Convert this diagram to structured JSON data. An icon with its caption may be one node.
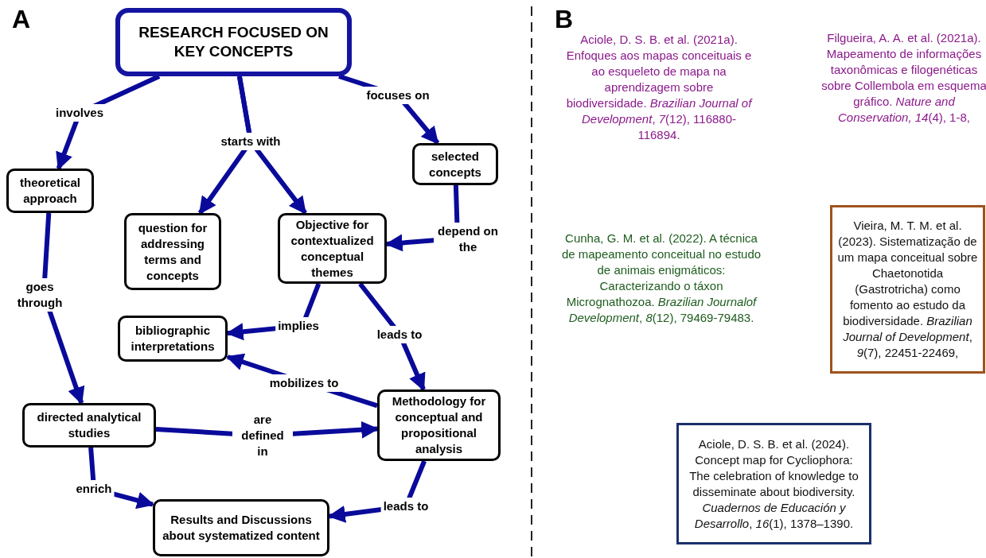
{
  "diagram": {
    "nodes": [
      {
        "text": [
          "RESEARCH FOCUSED ON KEY CONCEPTS"
        ]
      },
      {
        "text": [
          "theoretical approach"
        ]
      },
      {
        "text": [
          "selected concepts"
        ]
      },
      {
        "text": [
          "question for addressing terms and concepts"
        ]
      },
      {
        "text": [
          "Objective for contextualized conceptual themes"
        ]
      },
      {
        "text": [
          "bibliographic interpretations"
        ]
      },
      {
        "text": [
          "directed analytical studies"
        ]
      },
      {
        "text": [
          "Methodology for conceptual and propositional analysis"
        ]
      },
      {
        "text": [
          "Results and Discussions about systematized content"
        ]
      },
      {
        "text": [
          "Vieira, M. T. M. et al. (2023). Sistematização de um mapa conceitual sobre Chaetonotida (Gastrotricha) como fomento ao estudo da biodiversidade. *Brazilian Journal of Development*, *9*(7), 22451-22469,"
        ]
      },
      {
        "text": [
          "Aciole, D. S. B. et al. (2024). Concept map for Cycliophora: The celebration of knowledge to disseminate about biodiversity. *Cuadernos de Educación y Desarrollo*, *16*(1), 1378–1390."
        ]
      }
    ],
    "edges": [
      {
        "from": 0,
        "to": 1,
        "arrow": "to",
        "label": "involves"
      },
      {
        "from": 0,
        "to": 3,
        "arrow": "to",
        "label": "starts with"
      },
      {
        "from": 0,
        "to": 4,
        "arrow": "to"
      },
      {
        "from": 0,
        "to": 2,
        "arrow": "to",
        "label": "focuses on"
      },
      {
        "from": 2,
        "to": 4,
        "arrow": "to",
        "label": "depend on the"
      },
      {
        "from": 4,
        "to": 5,
        "arrow": "to",
        "label": "implies"
      },
      {
        "from": 4,
        "to": 7,
        "arrow": "to",
        "label": "leads to"
      },
      {
        "from": 7,
        "to": 5,
        "arrow": "to",
        "label": "mobilizes to"
      },
      {
        "from": 1,
        "to": 6,
        "arrow": "to",
        "label": "goes through"
      },
      {
        "from": 6,
        "to": 7,
        "arrow": "to",
        "label": "are defined in"
      },
      {
        "from": 6,
        "to": 8,
        "arrow": "to",
        "label": "enrich"
      },
      {
        "from": 7,
        "to": 8,
        "arrow": "to",
        "label": "leads to"
      }
    ],
    "labels": [
      "A",
      "B",
      "Aciole, D. S. B. et al. (2021a). Enfoques aos mapas conceituais e ao esqueleto de mapa na aprendizagem sobre biodiversidade. *Brazilian Journal of Development*, *7*(12), 116880-116894.",
      "Filgueira, A. A. et al. (2021a). Mapeamento de informações taxonômicas e filogenéticas sobre Collembola em esquema gráfico. *Nature and Conservation,* *14*(4), 1-8,",
      "Cunha, G. M. et al. (2022). A técnica de mapeamento conceitual no estudo de animais enigmáticos: Caracterizando o táxon Micrognathozoa. *Brazilian Journalof Development*, *8*(12), 79469-79483."
    ]
  }
}
